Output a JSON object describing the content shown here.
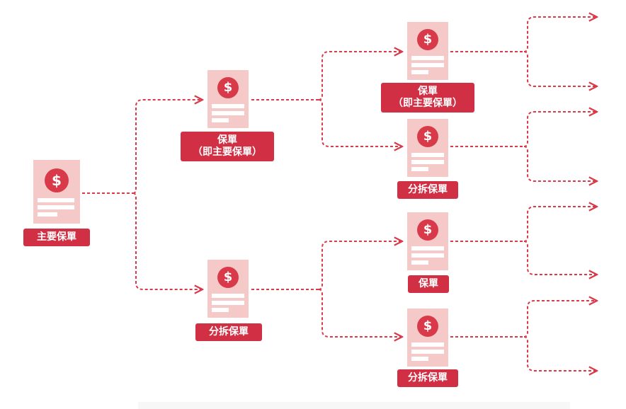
{
  "colors": {
    "accent": "#d12f44",
    "card": "#f6c9c9",
    "connector": "#d93a4a"
  },
  "icon": "dollar-icon",
  "dollar_symbol": "$",
  "nodes": {
    "main": {
      "label": "主要保單"
    },
    "level1_top": {
      "label_line1": "保單",
      "label_line2": "（即主要保單）"
    },
    "level1_bottom": {
      "label": "分拆保單"
    },
    "level2_a": {
      "label_line1": "保單",
      "label_line2": "（即主要保單）"
    },
    "level2_b": {
      "label": "分拆保單"
    },
    "level2_c": {
      "label": "保單"
    },
    "level2_d": {
      "label": "分拆保單"
    }
  }
}
